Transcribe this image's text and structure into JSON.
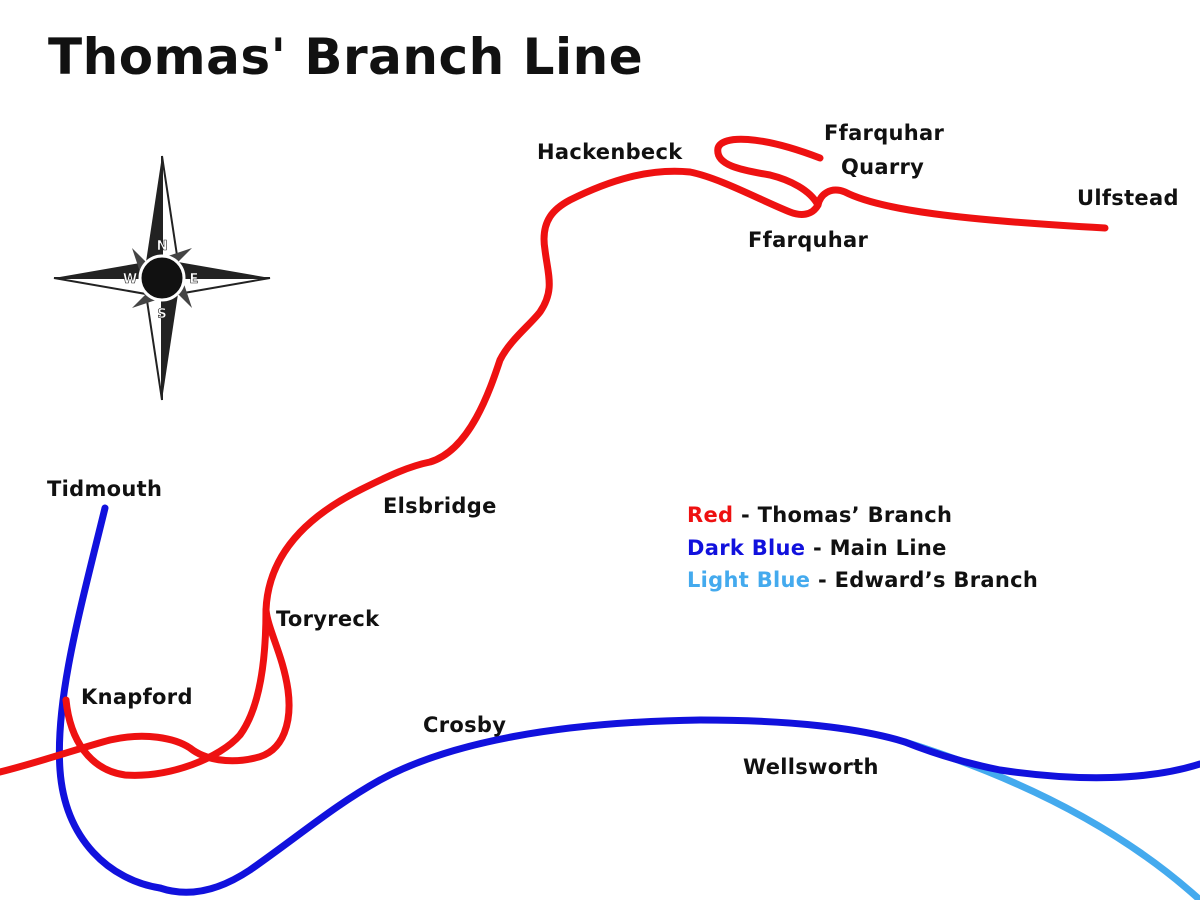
{
  "title": "Thomas' Branch Line",
  "compass": {
    "icon": "compass-rose-icon",
    "letters": [
      "N",
      "E",
      "S",
      "W"
    ]
  },
  "stations": {
    "tidmouth": "Tidmouth",
    "knapford": "Knapford",
    "toryreck": "Toryreck",
    "elsbridge": "Elsbridge",
    "hackenbeck": "Hackenbeck",
    "ffarquhar_quarry_line1": "Ffarquhar",
    "ffarquhar_quarry_line2": "Quarry",
    "ffarquhar": "Ffarquhar",
    "ulfstead": "Ulfstead",
    "crosby": "Crosby",
    "wellsworth": "Wellsworth"
  },
  "lines": {
    "thomas_branch": {
      "color": "#ee1111"
    },
    "main_line": {
      "color": "#1111dd"
    },
    "edwards_branch": {
      "color": "#44aaee"
    }
  },
  "legend": [
    {
      "key": "Red",
      "desc": "Thomas’ Branch",
      "color": "#ee1111"
    },
    {
      "key": "Dark Blue",
      "desc": "Main Line",
      "color": "#1111dd"
    },
    {
      "key": "Light Blue",
      "desc": "Edward’s Branch",
      "color": "#44aaee"
    }
  ]
}
